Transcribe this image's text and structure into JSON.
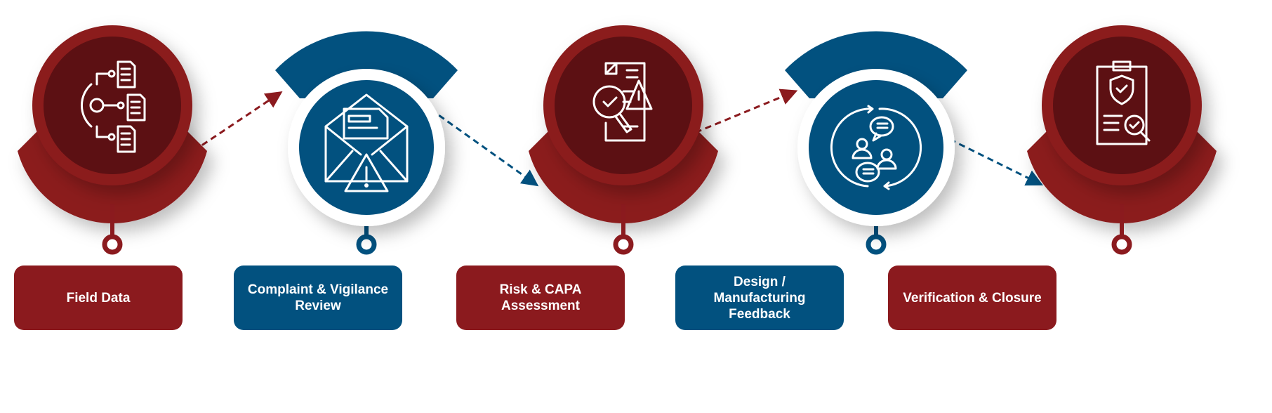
{
  "colors": {
    "red": "#8B1A1E",
    "dark_red": "#5C1013",
    "blue": "#02517F"
  },
  "steps": [
    {
      "label": "Field Data",
      "icon": "data-gear-documents-icon",
      "color": "red"
    },
    {
      "label": "Complaint & Vigilance Review",
      "icon": "envelope-warning-icon",
      "color": "blue"
    },
    {
      "label": "Risk & CAPA Assessment",
      "icon": "document-search-warning-icon",
      "color": "red"
    },
    {
      "label": "Design / Manufacturing Feedback",
      "icon": "people-feedback-cycle-icon",
      "color": "blue"
    },
    {
      "label": "Verification & Closure",
      "icon": "clipboard-shield-check-icon",
      "color": "red"
    }
  ]
}
